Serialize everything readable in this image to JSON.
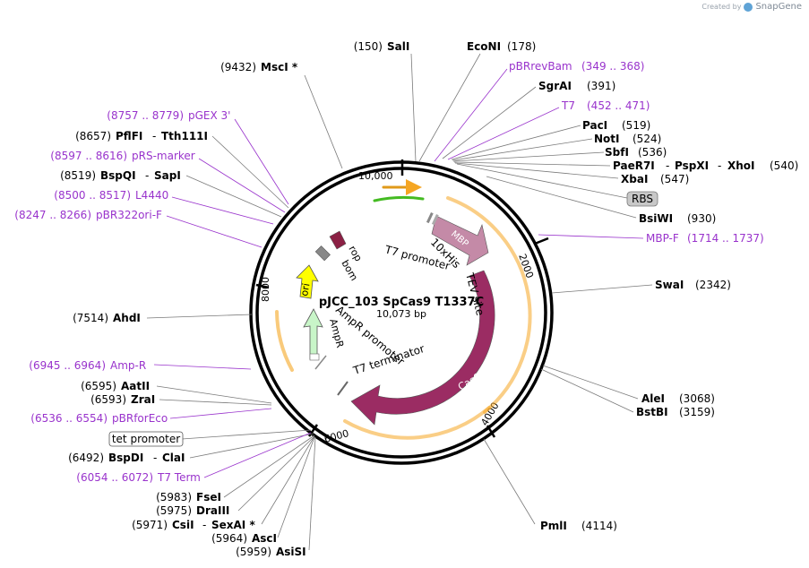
{
  "watermark": {
    "prefix": "Created by",
    "brand": "SnapGene"
  },
  "plasmid": {
    "name": "pJCC_103 SpCas9 T1337C",
    "size_label": "10,073 bp",
    "total_bp": 10073,
    "tick_labels": [
      {
        "pos": 10000,
        "text": "10,000"
      },
      {
        "pos": 2000,
        "text": "2000"
      },
      {
        "pos": 4000,
        "text": "4000"
      },
      {
        "pos": 6000,
        "text": "6000"
      },
      {
        "pos": 8000,
        "text": "8000"
      }
    ]
  },
  "features": [
    {
      "id": "mbp",
      "label": "MBP",
      "start": 8,
      "end": 1170,
      "color": "#c48aa7"
    },
    {
      "id": "cas9",
      "label": "Cas9",
      "start": 1250,
      "end": 5400,
      "color": "#9b2c63"
    },
    {
      "id": "ampr",
      "label": "AmpR",
      "start": 6700,
      "end": 7560,
      "color": "#c8f5c8"
    },
    {
      "id": "ori",
      "label": "ori",
      "start": 7620,
      "end": 8200,
      "color": "#ffff00"
    },
    {
      "id": "rop",
      "label": "rop",
      "start": 8400,
      "end": 8580,
      "color": "#8b2044"
    }
  ],
  "small_labels": [
    {
      "id": "t7-promoter",
      "text": "T7 promoter"
    },
    {
      "id": "his-tag",
      "text": "10xHis"
    },
    {
      "id": "tev-site",
      "text": "TEV site"
    },
    {
      "id": "t7-terminator",
      "text": "T7 terminator"
    },
    {
      "id": "ampr-promoter",
      "text": "AmpR promoter"
    },
    {
      "id": "bom",
      "text": "bom"
    }
  ],
  "enzymes": [
    {
      "name": "SalI",
      "pos": "(150)"
    },
    {
      "name": "EcoNI",
      "pos": "(178)"
    },
    {
      "name": "MscI *",
      "pos": "(9432)"
    },
    {
      "name": "SgrAI",
      "pos": "(391)"
    },
    {
      "name": "PacI",
      "pos": "(519)"
    },
    {
      "name": "NotI",
      "pos": "(524)"
    },
    {
      "name": "SbfI",
      "pos": "(536)"
    },
    {
      "name": "PaeR7I",
      "sep1": "-",
      "name2": "PspXI",
      "sep2": "-",
      "name3": "XhoI",
      "pos": "(540)"
    },
    {
      "name": "XbaI",
      "pos": "(547)"
    },
    {
      "name": "BsiWI",
      "pos": "(930)"
    },
    {
      "name": "SwaI",
      "pos": "(2342)"
    },
    {
      "name": "AleI",
      "pos": "(3068)"
    },
    {
      "name": "BstBI",
      "pos": "(3159)"
    },
    {
      "name": "PmlI",
      "pos": "(4114)"
    },
    {
      "name": "PflFI",
      "sep1": "-",
      "name2": "Tth111I",
      "pos": "(8657)"
    },
    {
      "name": "BspQI",
      "sep1": "-",
      "name2": "SapI",
      "pos": "(8519)"
    },
    {
      "name": "AhdI",
      "pos": "(7514)"
    },
    {
      "name": "AatII",
      "pos": "(6595)"
    },
    {
      "name": "ZraI",
      "pos": "(6593)"
    },
    {
      "name": "BspDI",
      "sep1": "-",
      "name2": "ClaI",
      "pos": "(6492)"
    },
    {
      "name": "FseI",
      "pos": "(5983)"
    },
    {
      "name": "DraIII",
      "pos": "(5975)"
    },
    {
      "name": "CsiI",
      "sep1": "-",
      "name2": "SexAI *",
      "pos": "(5971)"
    },
    {
      "name": "AscI",
      "pos": "(5964)"
    },
    {
      "name": "AsiSI",
      "pos": "(5959)"
    }
  ],
  "primers": [
    {
      "name": "pBRrevBam",
      "range": "(349 .. 368)"
    },
    {
      "name": "T7",
      "range": "(452 .. 471)"
    },
    {
      "name": "MBP-F",
      "range": "(1714 .. 1737)"
    },
    {
      "name": "pGEX 3'",
      "range": "(8757 .. 8779)"
    },
    {
      "name": "pRS-marker",
      "range": "(8597 .. 8616)"
    },
    {
      "name": "L4440",
      "range": "(8500 .. 8517)"
    },
    {
      "name": "pBR322ori-F",
      "range": "(8247 .. 8266)"
    },
    {
      "name": "Amp-R",
      "range": "(6945 .. 6964)"
    },
    {
      "name": "pBRforEco",
      "range": "(6536 .. 6554)"
    },
    {
      "name": "T7 Term",
      "range": "(6054 .. 6072)"
    }
  ],
  "boxed_labels": [
    {
      "id": "rbs",
      "text": "RBS"
    },
    {
      "id": "tet-promoter",
      "text": "tet promoter"
    }
  ],
  "colors": {
    "backbone": "#000000",
    "primer": "#9933cc",
    "primer_arc": "#f5a623",
    "green_primer": "#44bb22",
    "leader": "#7a7a7a"
  }
}
